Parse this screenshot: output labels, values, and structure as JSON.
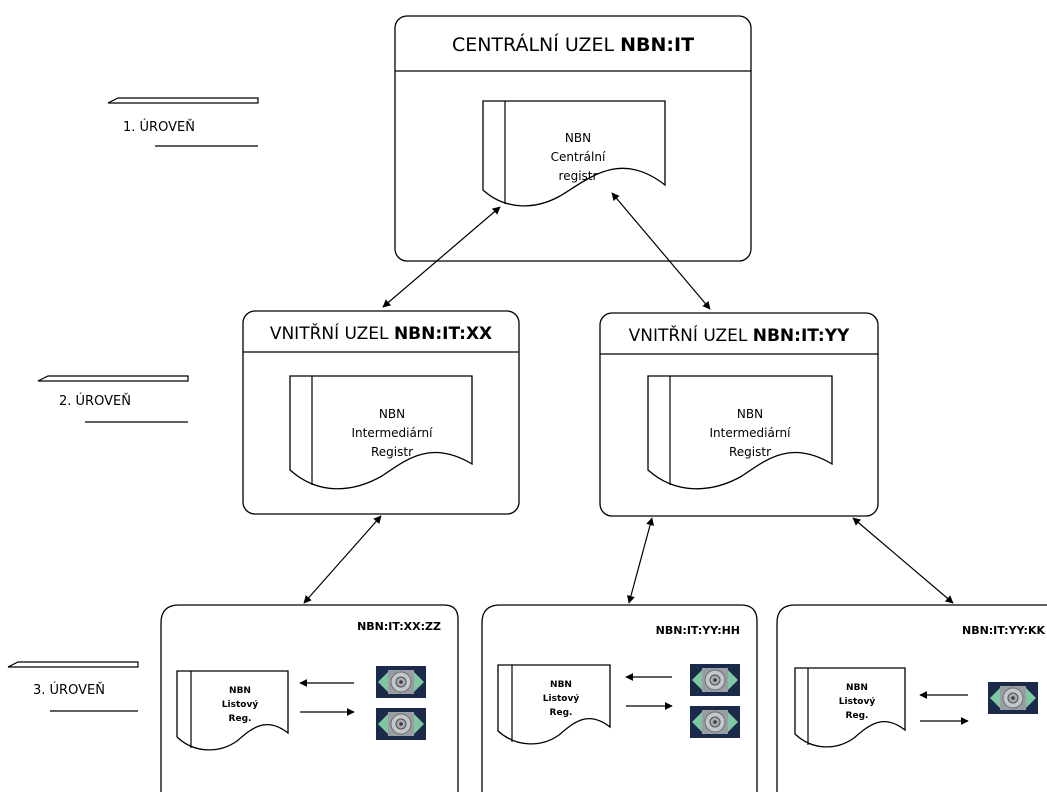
{
  "levels": [
    {
      "label": "1. ÚROVEŇ"
    },
    {
      "label": "2. ÚROVEŇ"
    },
    {
      "label": "3. ÚROVEŇ"
    }
  ],
  "central": {
    "title_prefix": "CENTRÁLNÍ UZEL ",
    "title_id": "NBN:IT",
    "doc_lines": [
      "NBN",
      "Centrální",
      "registr"
    ]
  },
  "inner": [
    {
      "title_prefix": "VNITŘNÍ UZEL ",
      "title_id": "NBN:IT:XX",
      "doc_lines": [
        "NBN",
        "Intermediární",
        "Registr"
      ]
    },
    {
      "title_prefix": "VNITŘNÍ UZEL ",
      "title_id": "NBN:IT:YY",
      "doc_lines": [
        "NBN",
        "Intermediární",
        "Registr"
      ]
    }
  ],
  "leaves": [
    {
      "id": "NBN:IT:XX:ZZ",
      "doc_lines": [
        "NBN",
        "Listový",
        "Reg."
      ]
    },
    {
      "id": "NBN:IT:YY:HH",
      "doc_lines": [
        "NBN",
        "Listový",
        "Reg."
      ]
    },
    {
      "id": "NBN:IT:YY:KK",
      "doc_lines": [
        "NBN",
        "Listový",
        "Reg."
      ]
    }
  ],
  "colors": {
    "icon_bg": "#1b2a4a",
    "icon_arrow": "#7fc6a2",
    "icon_disc": "#b9bcbf"
  },
  "icons": {
    "storage": "disk-drive-icon"
  }
}
